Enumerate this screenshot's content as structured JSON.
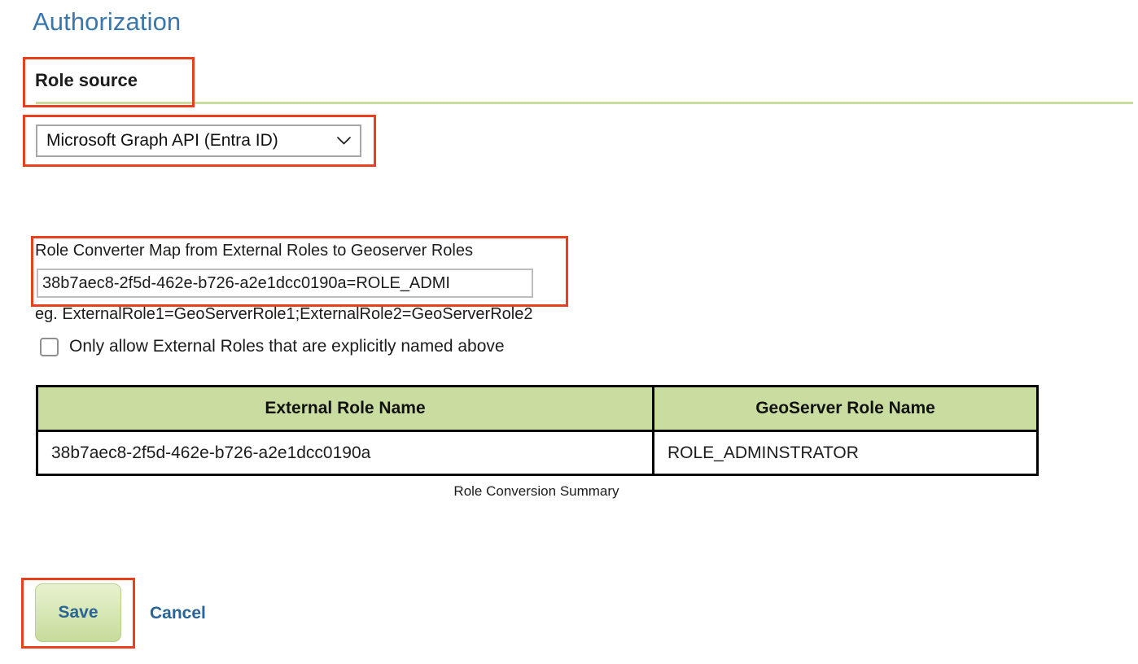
{
  "page": {
    "title": "Authorization"
  },
  "role_source": {
    "heading": "Role source",
    "selected_option": "Microsoft Graph API (Entra ID)",
    "chevron_icon": "chevron-down-icon"
  },
  "converter": {
    "label": "Role Converter Map from External Roles to Geoserver Roles",
    "value": "38b7aec8-2f5d-462e-b726-a2e1dcc0190a=ROLE_ADMI",
    "hint": "eg. ExternalRole1=GeoServerRole1;ExternalRole2=GeoServerRole2",
    "only_allow_label": "Only allow External Roles that are explicitly named above",
    "only_allow_checked": false
  },
  "summary_table": {
    "columns": [
      "External Role Name",
      "GeoServer Role Name"
    ],
    "rows": [
      [
        "38b7aec8-2f5d-462e-b726-a2e1dcc0190a",
        "ROLE_ADMINSTRATOR"
      ]
    ],
    "caption": "Role Conversion Summary"
  },
  "actions": {
    "save_label": "Save",
    "cancel_label": "Cancel"
  },
  "colors": {
    "title_blue": "#3a77ad",
    "link_blue": "#2a6496",
    "accent_green": "#cadda0",
    "annotation_red": "#e8401f"
  }
}
